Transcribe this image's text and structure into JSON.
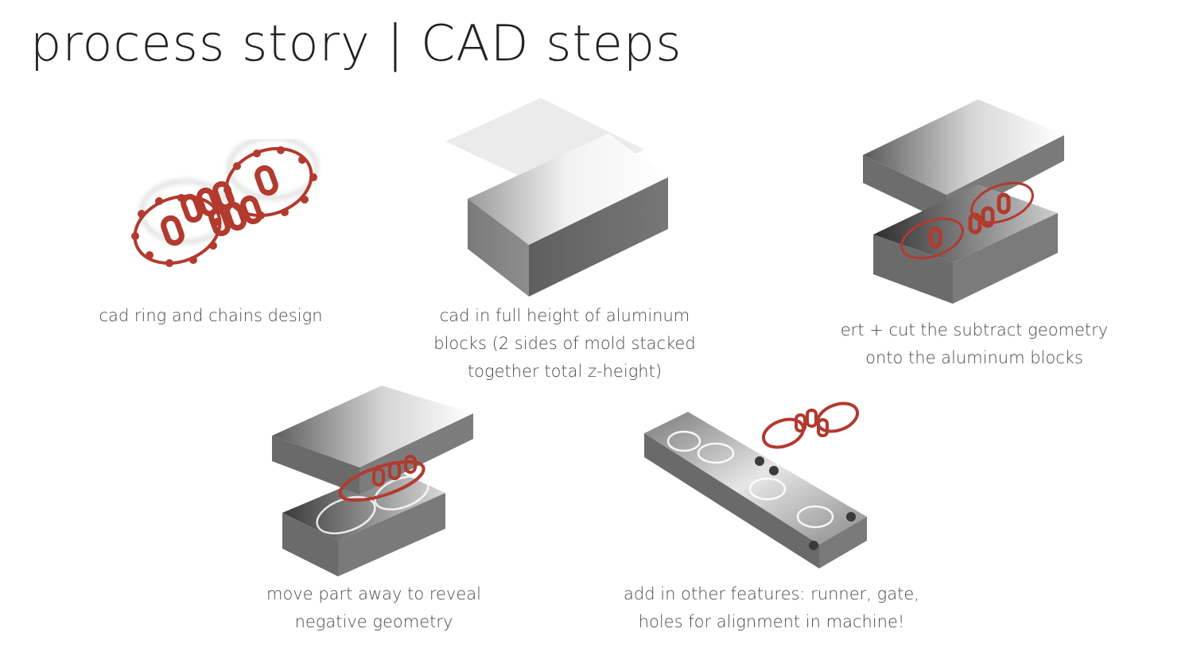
{
  "title": "process story | CAD steps",
  "steps": [
    {
      "lines": [
        "cad ring and chains design"
      ]
    },
    {
      "lines": [
        "cad in full height of aluminum",
        "blocks (2 sides of mold stacked",
        "together total z-height)"
      ]
    },
    {
      "lines": [
        "ert + cut the subtract geometry",
        "onto the aluminum blocks"
      ]
    },
    {
      "lines": [
        "move part away to reveal",
        "negative geometry"
      ]
    },
    {
      "lines": [
        "add in other features: runner, gate,",
        "holes for alignment in machine!"
      ]
    }
  ],
  "colors": {
    "chain": "#b23a2e",
    "aluminum_light": "#e6e6e6",
    "aluminum_dark": "#6a6a6a"
  }
}
